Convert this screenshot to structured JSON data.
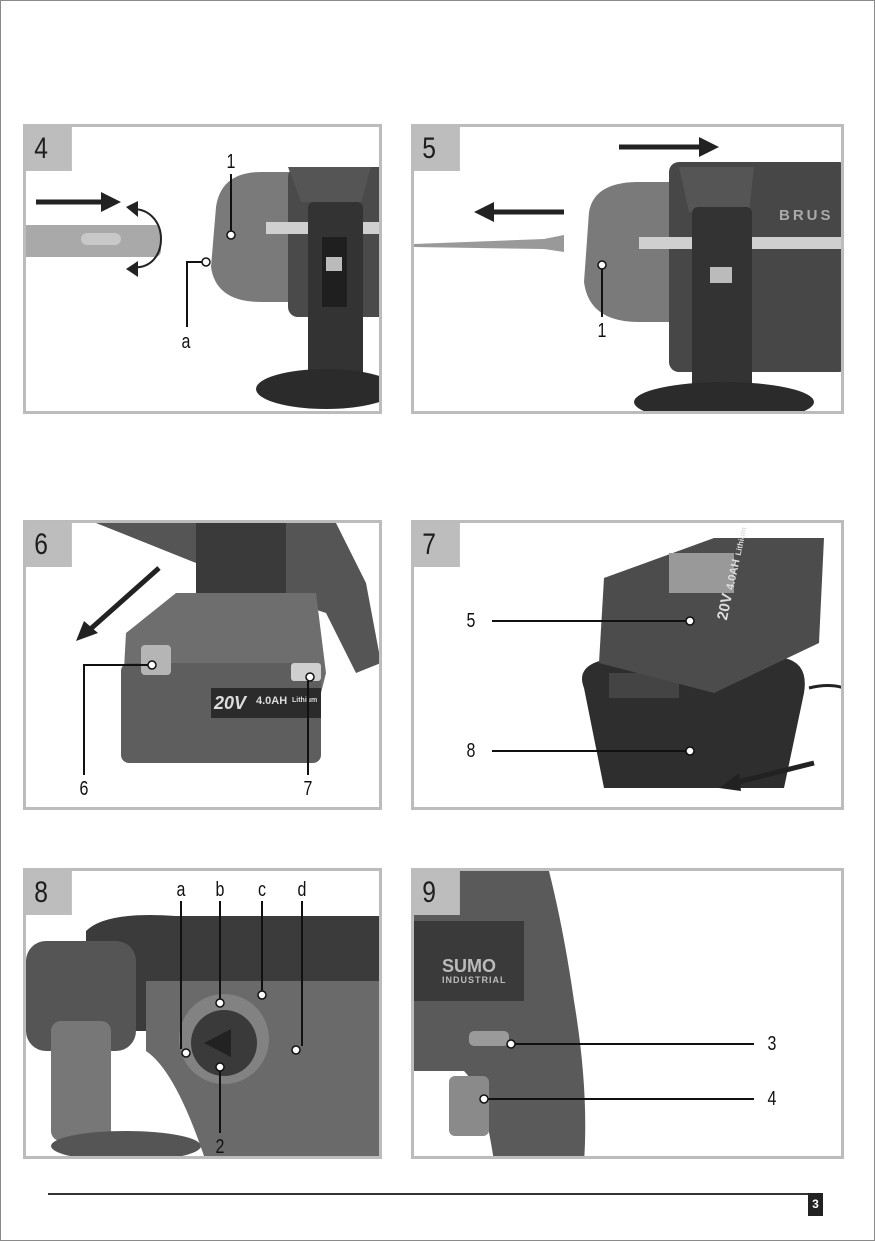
{
  "page_number": "3",
  "figures": [
    {
      "number": "4",
      "callouts": [
        "1",
        "a"
      ]
    },
    {
      "number": "5",
      "callouts": [
        "1"
      ],
      "product_text": "BRUS"
    },
    {
      "number": "6",
      "callouts": [
        "6",
        "7"
      ],
      "product_text": [
        "20V",
        "4.0AH",
        "Lithium"
      ]
    },
    {
      "number": "7",
      "callouts": [
        "5",
        "8"
      ],
      "product_text": [
        "20V",
        "4.0AH",
        "Lithium"
      ]
    },
    {
      "number": "8",
      "callouts": [
        "a",
        "b",
        "c",
        "d",
        "2"
      ]
    },
    {
      "number": "9",
      "callouts": [
        "3",
        "4"
      ],
      "product_text": [
        "SUMO",
        "INDUSTRIAL"
      ]
    }
  ],
  "colors": {
    "frame": "#bcbcbc",
    "tab": "#bdbdbd",
    "tool_body": "#3a3a3a",
    "tool_grey": "#7a7a7a"
  }
}
